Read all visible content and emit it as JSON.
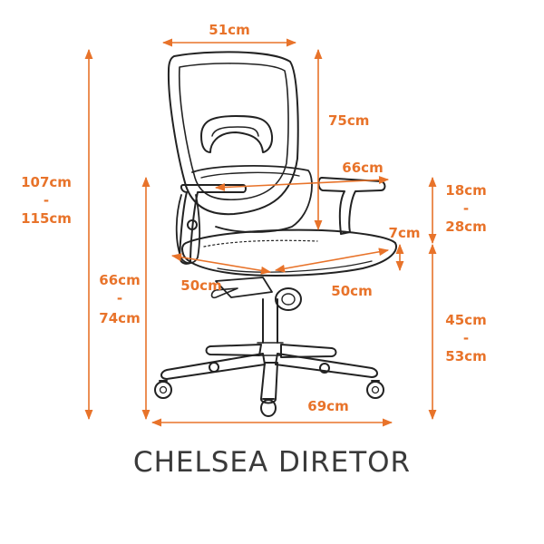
{
  "colors": {
    "accent": "#e8732a",
    "line": "#222222",
    "title": "#3a3a3a"
  },
  "product": {
    "name": "CHELSEA DIRETOR"
  },
  "dimensions": {
    "back_width": "51cm",
    "backrest_height": "75cm",
    "total_height_min": "107cm",
    "total_height_sep": "-",
    "total_height_max": "115cm",
    "arm_span": "66cm",
    "armrest_height_min": "18cm",
    "armrest_height_sep": "-",
    "armrest_height_max": "28cm",
    "seat_thickness": "7cm",
    "seat_height_min": "45cm",
    "seat_height_sep": "-",
    "seat_height_max": "53cm",
    "arm_height_min": "66cm",
    "arm_height_sep": "-",
    "arm_height_max": "74cm",
    "seat_depth": "50cm",
    "seat_width": "50cm",
    "base_width": "69cm"
  }
}
